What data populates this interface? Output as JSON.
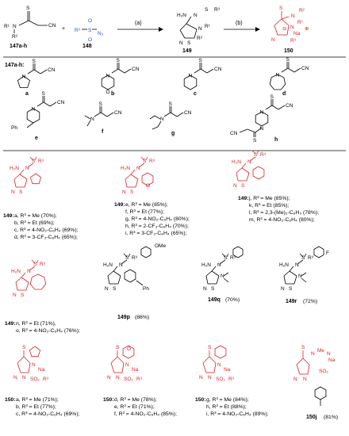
{
  "scheme": {
    "reagent1_label": "147a-h",
    "reagent2_label": "148",
    "intermediate_label": "149",
    "product_label": "150",
    "plus": "+",
    "step_a": "(a)",
    "step_b": "(b)",
    "r_groups": {
      "r1": "R",
      "r2": "R",
      "r3": "R"
    }
  },
  "amines_header": "147a-h:",
  "amine_letters": [
    "a",
    "b",
    "c",
    "d",
    "e",
    "f",
    "g",
    "h"
  ],
  "series_149": [
    {
      "lines": [
        {
          "id": "149",
          "items": "a, R³ = Me (70%);"
        },
        {
          "items": "b, R³ = Et (69%);"
        },
        {
          "items": "c, R³ = 4-NO₂-C₆H₄ (69%);"
        },
        {
          "items": "d, R³ = 3-CF₃-C₆H₄ (65%);"
        }
      ]
    },
    {
      "lines": [
        {
          "id": "149",
          "items": "e, R³ = Me (85%);"
        },
        {
          "items": "f, R³ = Et (77%);"
        },
        {
          "items": "g, R³ = 4-NO₂-C₆H₄ (80%);"
        },
        {
          "items": "h, R³ = 2-CF₃-C₆H₄ (70%);"
        },
        {
          "items": "i, R³ = 3-CF₃-C₆H₄ (65%);"
        }
      ]
    },
    {
      "lines": [
        {
          "id": "149",
          "items": "j, R³ = Me (85%);"
        },
        {
          "items": "k, R³ = Et (85%);"
        },
        {
          "items": "l, R³ = 2,3-(Me)₂-C₆H₃ (78%);"
        },
        {
          "items": "m, R³ = 4-NO₂-C₆H₄ (80%);"
        }
      ]
    }
  ],
  "series_149_row2": {
    "n_o_lines": [
      {
        "id": "149",
        "items": "n, R³ = Et (71%),"
      },
      {
        "items": "o, R³ = 4-NO₂-C₆H₄ (76%);"
      }
    ],
    "p_label": "149p",
    "p_yield": "(86%)",
    "q_label": "149q",
    "q_yield": "(70%)",
    "r_label": "149r",
    "r_yield": "(72%)",
    "ome": "OMe",
    "ph": "Ph",
    "f": "F"
  },
  "series_150": [
    {
      "lines": [
        {
          "id": "150",
          "items": "a, R³ = Me (71%);"
        },
        {
          "items": "b, R³ = Et (77%);"
        },
        {
          "items": "c, R³ = 4-NO₂-C₆H₄ (69%);"
        }
      ]
    },
    {
      "lines": [
        {
          "id": "150",
          "items": "d, R³ = Me (78%);"
        },
        {
          "items": "e, R³ = Et (71%);"
        },
        {
          "items": "f, R³ = 4-NO₂-C₆H₄ (85%);"
        }
      ]
    },
    {
      "lines": [
        {
          "id": "150",
          "items": "g, R³ = Me (84%);"
        },
        {
          "items": "h, R³ = Et (88%);"
        },
        {
          "items": "i, R³ = 4-NO₂-C₆H₄ (89%);"
        }
      ]
    }
  ],
  "j_label": "150j",
  "j_yield": "(81%)",
  "atoms": {
    "S": "S",
    "N": "N",
    "H2N": "H₂N",
    "Na": "Na",
    "CN": "CN",
    "O": "O",
    "N3": "N₃",
    "R1": "R¹",
    "R2": "R²",
    "R3": "R³",
    "Me": "Me",
    "Et": "Et",
    "plus": "⊕",
    "minus": "⊖",
    "SO2": "SO₂"
  },
  "colors": {
    "product": "#d2232a",
    "sulfonyl_azide": "#2a4ecf"
  }
}
